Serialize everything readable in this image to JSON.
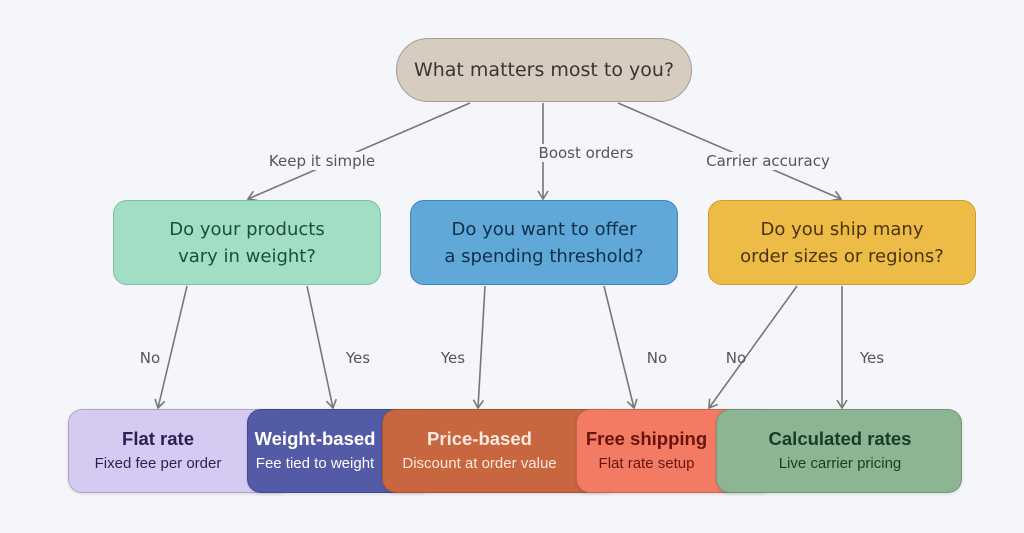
{
  "root": {
    "label": "What matters most to you?"
  },
  "branches": [
    {
      "label": "Keep it simple"
    },
    {
      "label": "Boost orders"
    },
    {
      "label": "Carrier accuracy"
    }
  ],
  "questions": [
    {
      "line1": "Do your products",
      "line2": "vary in weight?",
      "color": "#a2dec3"
    },
    {
      "line1": "Do you want to offer",
      "line2": "a spending threshold?",
      "color": "#5fa8d8"
    },
    {
      "line1": "Do you ship many",
      "line2": "order sizes or regions?",
      "color": "#ecbc47"
    }
  ],
  "edge_labels": [
    "No",
    "Yes",
    "Yes",
    "No",
    "No",
    "Yes"
  ],
  "outcomes": [
    {
      "title": "Flat rate",
      "subtitle": "Fixed fee per order",
      "color": "#d5caf1"
    },
    {
      "title": "Weight-based",
      "subtitle": "Fee tied to weight",
      "color": "#535aa6"
    },
    {
      "title": "Price-based",
      "subtitle": "Discount at order value",
      "color": "#c8663f"
    },
    {
      "title": "Free shipping",
      "subtitle": "Flat rate setup",
      "color": "#f37b63"
    },
    {
      "title": "Calculated rates",
      "subtitle": "Live carrier pricing",
      "color": "#8db593"
    }
  ]
}
